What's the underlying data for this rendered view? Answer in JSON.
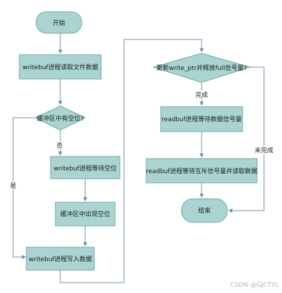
{
  "nodes": {
    "start": "开始",
    "read_file": "writebuf进程读取文件数据",
    "buffer_check": "缓冲区中有空位?",
    "wait_space": "writebuf进程等待空位",
    "space_appears": "缓冲区中出现空位",
    "write_data": "writebuf进程写入数据",
    "full_check": "更新write_ptr并释放full信号量?",
    "wait_data_signal": "readbuf进程等待数据信号量",
    "wait_mutex_read": "readbuf进程等待互斥信号量并读取数据",
    "end": "结束"
  },
  "edges": {
    "no": "否",
    "yes": "是",
    "done": "完成",
    "not_done": "未完成"
  },
  "watermark": "CSDN @GJCTYL",
  "colors": {
    "fill": "#a9d4d1",
    "stroke": "#6fa9a8",
    "edge": "#6d8fb0"
  }
}
